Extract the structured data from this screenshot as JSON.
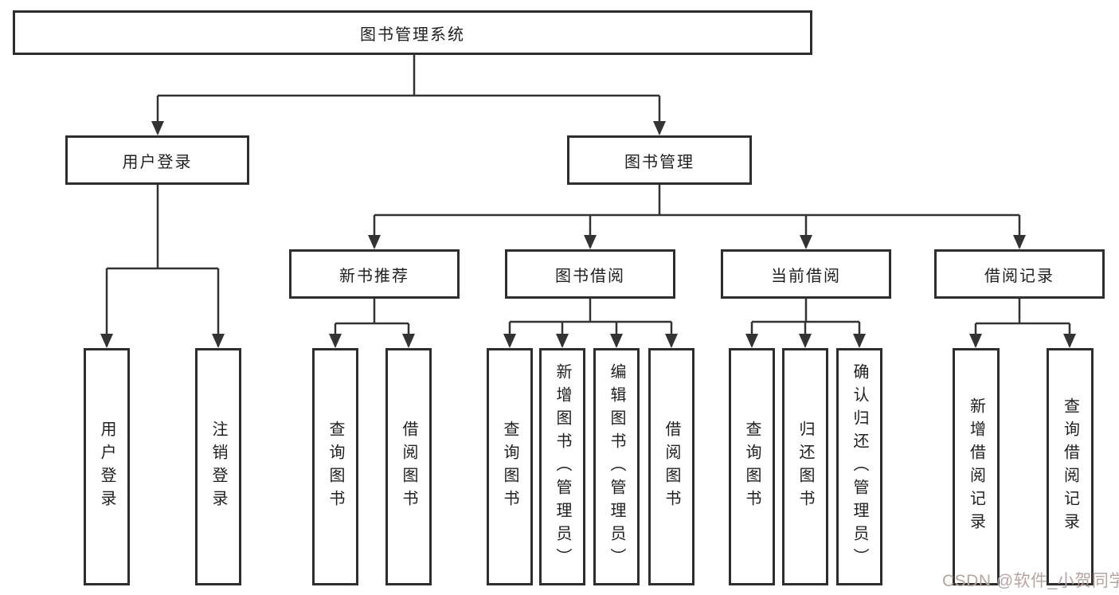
{
  "diagram": {
    "root": {
      "label": "图书管理系统"
    },
    "branches": [
      {
        "label": "用户登录",
        "children": [
          {
            "label": "用户登录"
          },
          {
            "label": "注销登录"
          }
        ]
      },
      {
        "label": "图书管理",
        "children": [
          {
            "label": "新书推荐",
            "children": [
              {
                "label": "查询图书"
              },
              {
                "label": "借阅图书"
              }
            ]
          },
          {
            "label": "图书借阅",
            "children": [
              {
                "label": "查询图书"
              },
              {
                "label": "新增图书（管理员）"
              },
              {
                "label": "编辑图书（管理员）"
              },
              {
                "label": "借阅图书"
              }
            ]
          },
          {
            "label": "当前借阅",
            "children": [
              {
                "label": "查询图书"
              },
              {
                "label": "归还图书"
              },
              {
                "label": "确认归还（管理员）"
              }
            ]
          },
          {
            "label": "借阅记录",
            "children": [
              {
                "label": "新增借阅记录"
              },
              {
                "label": "查询借阅记录"
              }
            ]
          }
        ]
      }
    ]
  },
  "watermark": {
    "text": "CSDN @软件_小贺同学",
    "color": "#b9a4a4"
  },
  "colors": {
    "line": "#333333",
    "box_border": "#2e2e2e",
    "background": "#ffffff",
    "text": "#1f1f1f"
  }
}
